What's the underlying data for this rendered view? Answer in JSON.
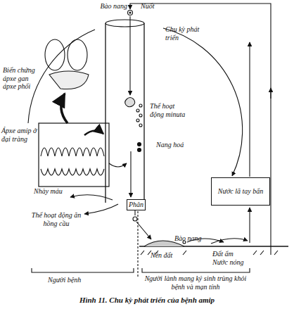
{
  "diagram": {
    "caption": "Hình 11. Chu kỳ phát triển của bệnh amip",
    "nodes": [
      {
        "text": [
          "Phân"
        ]
      },
      {
        "text": [
          "Nước lã tay bẩn"
        ]
      }
    ],
    "labels": [
      "Bào nang",
      "Nuốt",
      "Chu kỳ phát triển",
      "Biến chứng ápxe gan ápxe phổi",
      "Ápxe amip ở đại tràng",
      "Thể hoạt động minuta",
      "Nang hoá",
      "Nhày máu",
      "Thể hoạt động ăn hồng cầu",
      "Bào nang",
      "Nền đất",
      "Đất ẩm Nước nóng",
      "Người bệnh",
      "Người lành mang ký sinh trùng khỏi bệnh và mạn tính"
    ]
  }
}
